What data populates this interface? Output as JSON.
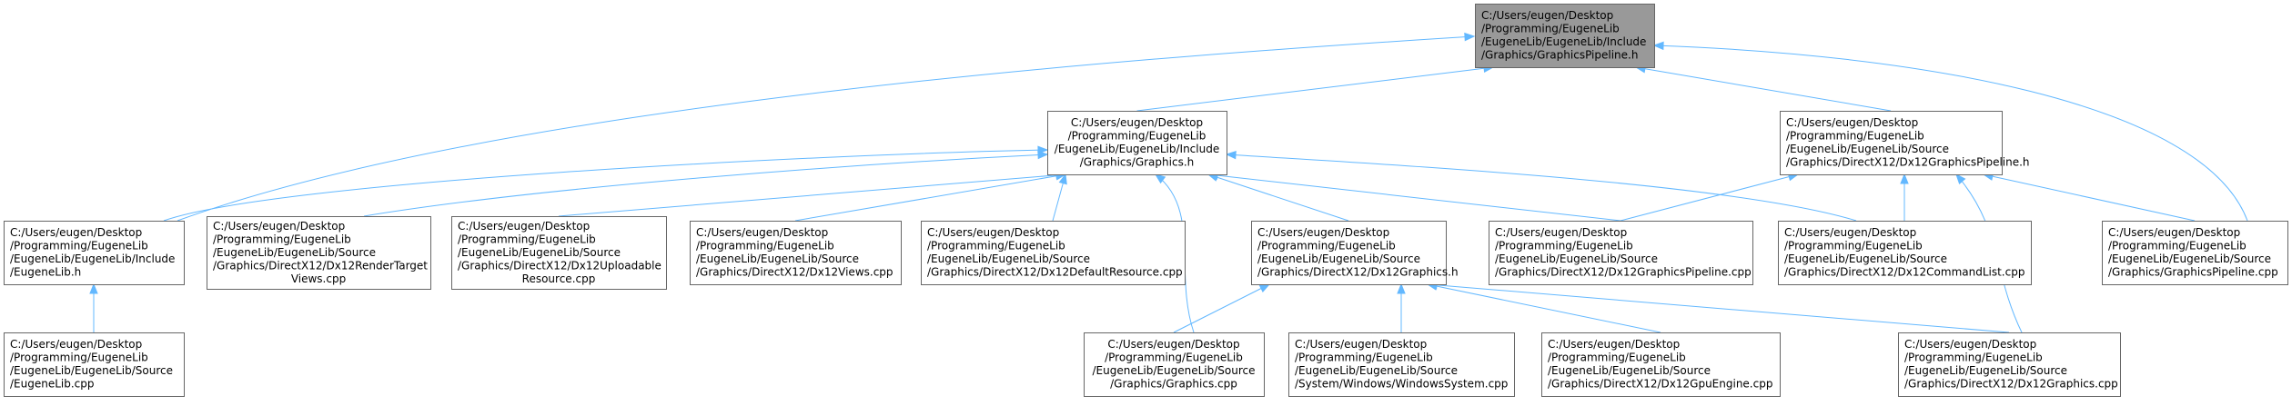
{
  "nodes": [
    {
      "id": "root",
      "lines": [
        "C:/Users/eugen/Desktop",
        "/Programming/EugeneLib",
        "/EugeneLib/EugeneLib/Include",
        "/Graphics/GraphicsPipeline.h"
      ],
      "align": "left"
    },
    {
      "id": "graphics_h",
      "lines": [
        "C:/Users/eugen/Desktop",
        "/Programming/EugeneLib",
        "/EugeneLib/EugeneLib/Include",
        "/Graphics/Graphics.h"
      ],
      "align": "center"
    },
    {
      "id": "dx12pipeline_h",
      "lines": [
        "C:/Users/eugen/Desktop",
        "/Programming/EugeneLib",
        "/EugeneLib/EugeneLib/Source",
        "/Graphics/DirectX12/Dx12GraphicsPipeline.h"
      ],
      "align": "left"
    },
    {
      "id": "eugenelib_h",
      "lines": [
        "C:/Users/eugen/Desktop",
        "/Programming/EugeneLib",
        "/EugeneLib/EugeneLib/Include",
        "/EugeneLib.h"
      ],
      "align": "left"
    },
    {
      "id": "rendertarget",
      "lines": [
        "C:/Users/eugen/Desktop",
        "/Programming/EugeneLib",
        "/EugeneLib/EugeneLib/Source",
        "/Graphics/DirectX12/Dx12RenderTarget",
        "Views.cpp"
      ],
      "align": "left",
      "lastCenter": true
    },
    {
      "id": "uploadable",
      "lines": [
        "C:/Users/eugen/Desktop",
        "/Programming/EugeneLib",
        "/EugeneLib/EugeneLib/Source",
        "/Graphics/DirectX12/Dx12Uploadable",
        "Resource.cpp"
      ],
      "align": "left",
      "lastCenter": true
    },
    {
      "id": "views",
      "lines": [
        "C:/Users/eugen/Desktop",
        "/Programming/EugeneLib",
        "/EugeneLib/EugeneLib/Source",
        "/Graphics/DirectX12/Dx12Views.cpp"
      ],
      "align": "left"
    },
    {
      "id": "defaultres",
      "lines": [
        "C:/Users/eugen/Desktop",
        "/Programming/EugeneLib",
        "/EugeneLib/EugeneLib/Source",
        "/Graphics/DirectX12/Dx12DefaultResource.cpp"
      ],
      "align": "left"
    },
    {
      "id": "dx12graphics_h",
      "lines": [
        "C:/Users/eugen/Desktop",
        "/Programming/EugeneLib",
        "/EugeneLib/EugeneLib/Source",
        "/Graphics/DirectX12/Dx12Graphics.h"
      ],
      "align": "left"
    },
    {
      "id": "dx12pipeline_cpp",
      "lines": [
        "C:/Users/eugen/Desktop",
        "/Programming/EugeneLib",
        "/EugeneLib/EugeneLib/Source",
        "/Graphics/DirectX12/Dx12GraphicsPipeline.cpp"
      ],
      "align": "left"
    },
    {
      "id": "commandlist",
      "lines": [
        "C:/Users/eugen/Desktop",
        "/Programming/EugeneLib",
        "/EugeneLib/EugeneLib/Source",
        "/Graphics/DirectX12/Dx12CommandList.cpp"
      ],
      "align": "left"
    },
    {
      "id": "pipeline_cpp",
      "lines": [
        "C:/Users/eugen/Desktop",
        "/Programming/EugeneLib",
        "/EugeneLib/EugeneLib/Source",
        "/Graphics/GraphicsPipeline.cpp"
      ],
      "align": "left"
    },
    {
      "id": "eugenelib_cpp",
      "lines": [
        "C:/Users/eugen/Desktop",
        "/Programming/EugeneLib",
        "/EugeneLib/EugeneLib/Source",
        "/EugeneLib.cpp"
      ],
      "align": "left"
    },
    {
      "id": "graphics_cpp",
      "lines": [
        "C:/Users/eugen/Desktop",
        "/Programming/EugeneLib",
        "/EugeneLib/EugeneLib/Source",
        "/Graphics/Graphics.cpp"
      ],
      "align": "center"
    },
    {
      "id": "windowssystem",
      "lines": [
        "C:/Users/eugen/Desktop",
        "/Programming/EugeneLib",
        "/EugeneLib/EugeneLib/Source",
        "/System/Windows/WindowsSystem.cpp"
      ],
      "align": "left"
    },
    {
      "id": "gpuengine",
      "lines": [
        "C:/Users/eugen/Desktop",
        "/Programming/EugeneLib",
        "/EugeneLib/EugeneLib/Source",
        "/Graphics/DirectX12/Dx12GpuEngine.cpp"
      ],
      "align": "left"
    },
    {
      "id": "dx12graphics_cpp",
      "lines": [
        "C:/Users/eugen/Desktop",
        "/Programming/EugeneLib",
        "/EugeneLib/EugeneLib/Source",
        "/Graphics/DirectX12/Dx12Graphics.cpp"
      ],
      "align": "left"
    }
  ],
  "edges": [
    {
      "from": "graphics_h",
      "to": "root"
    },
    {
      "from": "dx12pipeline_h",
      "to": "root"
    },
    {
      "from": "eugenelib_h",
      "to": "root"
    },
    {
      "from": "pipeline_cpp",
      "to": "root"
    },
    {
      "from": "eugenelib_h",
      "to": "graphics_h"
    },
    {
      "from": "rendertarget",
      "to": "graphics_h"
    },
    {
      "from": "uploadable",
      "to": "graphics_h"
    },
    {
      "from": "views",
      "to": "graphics_h"
    },
    {
      "from": "defaultres",
      "to": "graphics_h"
    },
    {
      "from": "dx12graphics_h",
      "to": "graphics_h"
    },
    {
      "from": "dx12pipeline_cpp",
      "to": "graphics_h"
    },
    {
      "from": "commandlist",
      "to": "graphics_h"
    },
    {
      "from": "graphics_cpp",
      "to": "graphics_h"
    },
    {
      "from": "dx12pipeline_cpp",
      "to": "dx12pipeline_h"
    },
    {
      "from": "commandlist",
      "to": "dx12pipeline_h"
    },
    {
      "from": "pipeline_cpp",
      "to": "dx12pipeline_h"
    },
    {
      "from": "dx12graphics_cpp",
      "to": "dx12pipeline_h"
    },
    {
      "from": "eugenelib_cpp",
      "to": "eugenelib_h"
    },
    {
      "from": "graphics_cpp",
      "to": "dx12graphics_h"
    },
    {
      "from": "windowssystem",
      "to": "dx12graphics_h"
    },
    {
      "from": "gpuengine",
      "to": "dx12graphics_h"
    },
    {
      "from": "dx12graphics_cpp",
      "to": "dx12graphics_h"
    }
  ]
}
